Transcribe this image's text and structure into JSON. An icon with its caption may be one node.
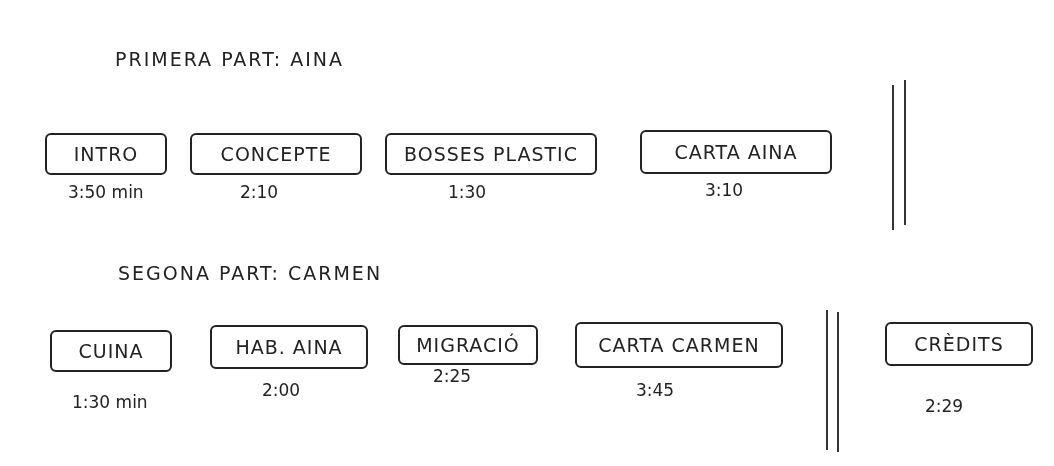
{
  "diagram": {
    "nodes": [
      {
        "text": [
          "INTRO"
        ],
        "beside": [
          "3:50 min"
        ]
      },
      {
        "text": [
          "CONCEPTE"
        ],
        "beside": [
          "2:10"
        ]
      },
      {
        "text": [
          "BOSSES PLASTIC"
        ],
        "beside": [
          "1:30"
        ]
      },
      {
        "text": [
          "CARTA AINA"
        ],
        "beside": [
          "3:10"
        ]
      },
      {
        "text": [
          "CUINA"
        ],
        "beside": [
          "1:30 min"
        ]
      },
      {
        "text": [
          "HAB. AINA"
        ],
        "beside": [
          "2:00"
        ]
      },
      {
        "text": [
          "MIGRACIÓ"
        ],
        "beside": [
          "2:25"
        ]
      },
      {
        "text": [
          "CARTA CARMEN"
        ],
        "beside": [
          "3:45"
        ]
      },
      {
        "text": [
          "CRÈDITS"
        ],
        "beside": [
          "2:29"
        ]
      }
    ],
    "edges": [],
    "labels": [
      "PRIMERA PART: AINA",
      "SEGONA PART: CARMEN"
    ]
  }
}
